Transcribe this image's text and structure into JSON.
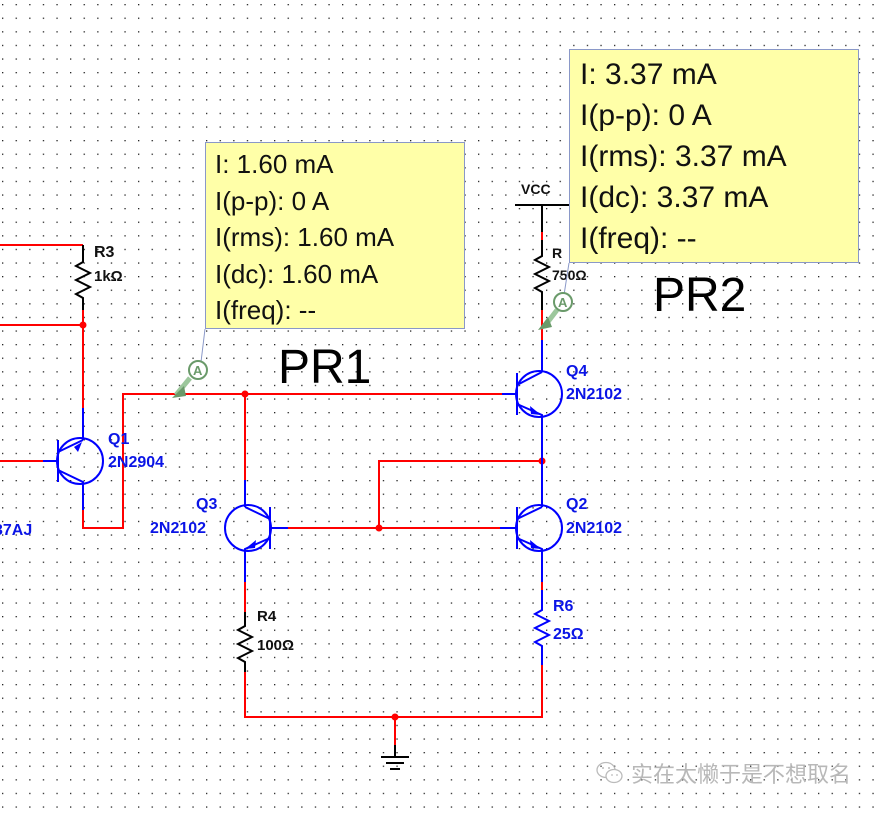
{
  "schematic": {
    "title": "BJT current mirror with ammeter probes",
    "background": "#ffffff",
    "grid": "dot-grid",
    "colors": {
      "wire": "#ff0000",
      "component_selected": "#0000ff",
      "component": "#000000",
      "probe_box": "#ffffa8",
      "probe_icon": "#6a9a6a"
    }
  },
  "components": {
    "R3": {
      "ref": "R3",
      "value": "1kΩ"
    },
    "R": {
      "ref": "R",
      "value": "750Ω"
    },
    "R4": {
      "ref": "R4",
      "value": "100Ω"
    },
    "R6": {
      "ref": "R6",
      "value": "25Ω"
    },
    "Q1": {
      "ref": "Q1",
      "model": "2N2904"
    },
    "Q2": {
      "ref": "Q2",
      "model": "2N2102"
    },
    "Q3": {
      "ref": "Q3",
      "model": "2N2102"
    },
    "Q4": {
      "ref": "Q4",
      "model": "2N2102"
    },
    "partial_label": "37AJ",
    "vcc": "VCC"
  },
  "probes": {
    "PR1": {
      "name": "PR1",
      "icon_letter": "A",
      "lines": [
        "I: 1.60 mA",
        "I(p-p): 0 A",
        "I(rms): 1.60 mA",
        "I(dc): 1.60 mA",
        "I(freq): --"
      ]
    },
    "PR2": {
      "name": "PR2",
      "icon_letter": "A",
      "lines": [
        "I: 3.37 mA",
        "I(p-p): 0 A",
        "I(rms): 3.37 mA",
        "I(dc): 3.37 mA",
        "I(freq): --"
      ]
    }
  },
  "watermark": {
    "text": "实在太懒于是不想取名",
    "icon": "wechat-icon"
  }
}
